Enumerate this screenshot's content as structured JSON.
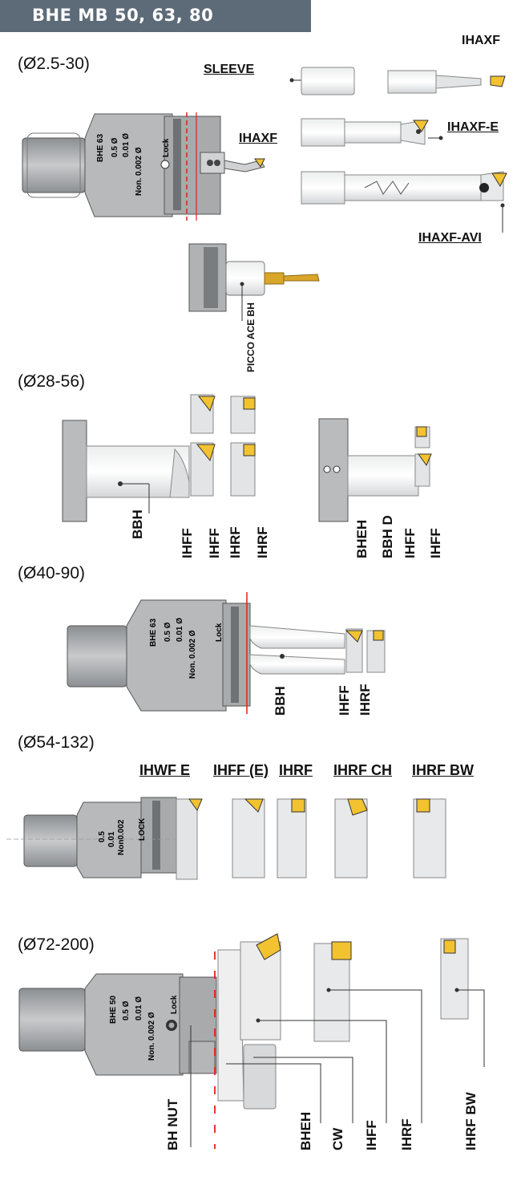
{
  "header": {
    "title": "BHE MB 50, 63, 80"
  },
  "ranges": [
    "(Ø2.5-30)",
    "(Ø28-56)",
    "(Ø40-90)",
    "(Ø54-132)",
    "(Ø72-200)"
  ],
  "section1": {
    "top_right": "IHAXF",
    "sleeve": "SLEEVE",
    "ihaxf": "IHAXF",
    "ihaxf_e": "IHAXF-E",
    "ihaxf_avi": "IHAXF-AVI",
    "picco": "PICCO ACE BH",
    "head_marks": [
      "BHE 63",
      "0.5 Ø",
      "0.01 Ø",
      "Non. 0.002 Ø",
      "Lock"
    ]
  },
  "section2": {
    "labels": [
      "BBH",
      "IHFF",
      "IHFF",
      "IHRF",
      "IHRF",
      "BHEH",
      "BBH D",
      "IHFF",
      "IHFF"
    ]
  },
  "section3": {
    "labels": [
      "BBH",
      "IHFF",
      "IHRF"
    ],
    "head_marks": [
      "BHE 63",
      "0.5 Ø",
      "0.01 Ø",
      "Non. 0.002 Ø",
      "Lock"
    ]
  },
  "section4": {
    "labels": [
      "IHWF E",
      "IHFF (E)",
      "IHRF",
      "IHRF CH",
      "IHRF BW"
    ],
    "head_marks": [
      "0.5",
      "0.01",
      "Non0.002",
      "LOCK"
    ]
  },
  "section5": {
    "labels": [
      "BH NUT",
      "BHEH",
      "CW",
      "IHFF",
      "IHRF",
      "IHRF BW"
    ],
    "head_marks": [
      "BHE 50",
      "0.5 Ø",
      "0.01 Ø",
      "Non. 0.002 Ø",
      "Lock"
    ]
  },
  "colors": {
    "header_bg": "#5d6b78",
    "body": "#b9bbbd",
    "dark": "#8a8d90",
    "insert": "#f2c230",
    "red": "#e32119",
    "brass": "#d9a62a"
  }
}
